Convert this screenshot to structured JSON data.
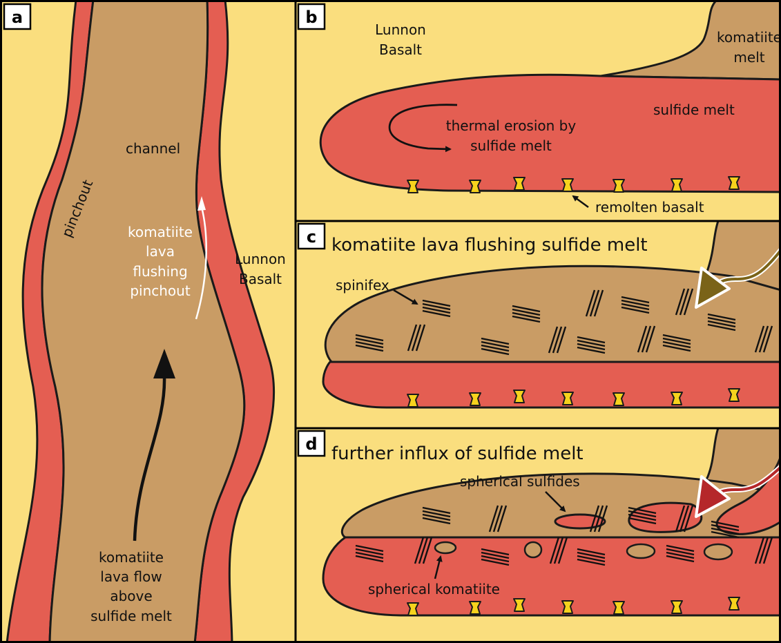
{
  "colors": {
    "basalt": "#fade7e",
    "komatiite": "#c99c65",
    "sulfide": "#e45e52",
    "remolten": "#f6d21d",
    "outline": "#1a1a1a",
    "arrow_komatiite": "#7a6318",
    "arrow_sulfide": "#b5272a"
  },
  "panel_a": {
    "letter": "a",
    "pinchout": "pinchout",
    "channel": "channel",
    "flushing": [
      "komatiite",
      "lava",
      "flushing",
      "pinchout"
    ],
    "basalt": [
      "Lunnon",
      "Basalt"
    ],
    "flow": [
      "komatiite",
      "lava flow",
      "above",
      "sulfide melt"
    ]
  },
  "panel_b": {
    "letter": "b",
    "basalt": [
      "Lunnon",
      "Basalt"
    ],
    "komatiite_melt": [
      "komatiite",
      "melt"
    ],
    "sulfide_melt": "sulfide melt",
    "erosion": [
      "thermal erosion by",
      "sulfide melt"
    ],
    "remolten": "remolten basalt"
  },
  "panel_c": {
    "letter": "c",
    "title": "komatiite lava flushing sulfide melt",
    "spinifex": "spinifex"
  },
  "panel_d": {
    "letter": "d",
    "title": "further influx of sulfide melt",
    "spherical_sulfides": "spherical sulfides",
    "spherical_komatiite": "spherical komatiite"
  }
}
